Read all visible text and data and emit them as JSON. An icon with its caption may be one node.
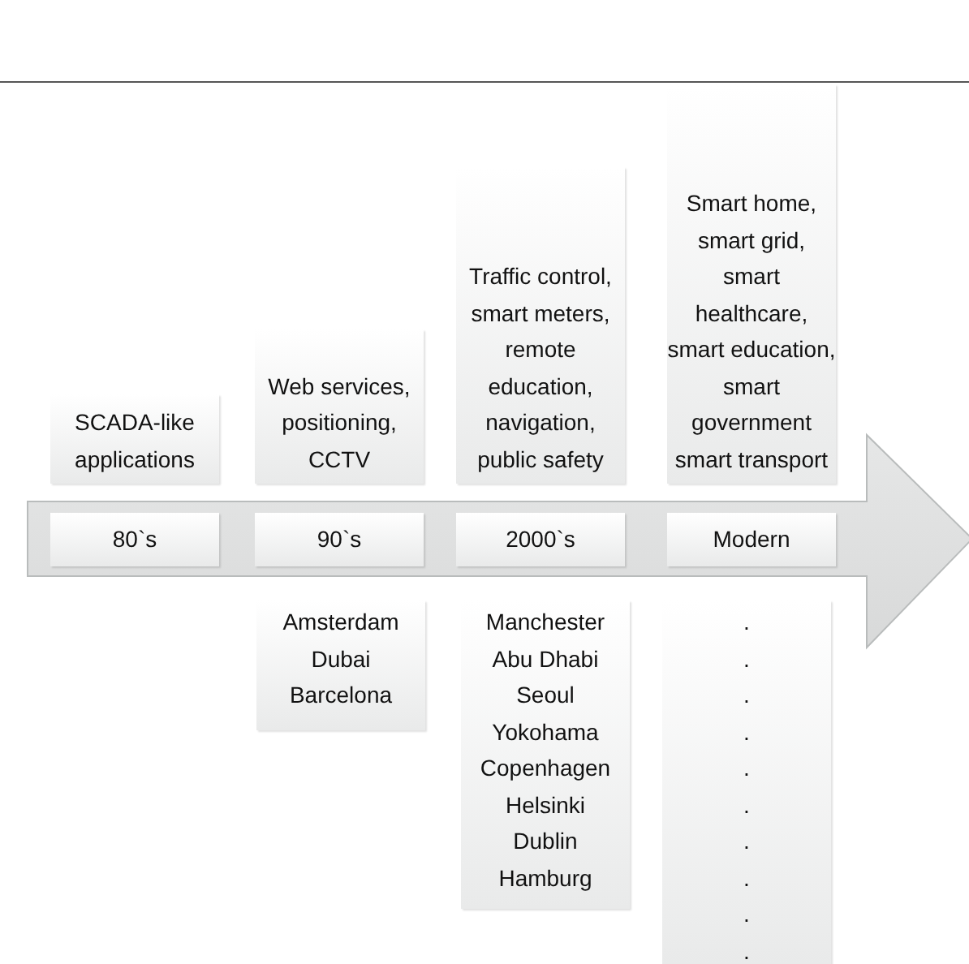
{
  "diagram": {
    "nodes": [
      {
        "text": [
          "SCADA-like applications"
        ]
      },
      {
        "text": [
          "Web services, positioning, CCTV"
        ]
      },
      {
        "text": [
          "Traffic control, smart meters, remote education, navigation, public safety"
        ]
      },
      {
        "text": [
          "Smart home, smart grid, smart healthcare, smart education, smart government smart transport"
        ]
      },
      {
        "text": [],
        "shape": "arrow"
      },
      {
        "text": [
          "80`s"
        ],
        "in": 4
      },
      {
        "text": [
          "90`s"
        ],
        "in": 4
      },
      {
        "text": [
          "2000`s"
        ],
        "in": 4
      },
      {
        "text": [
          "Modern"
        ],
        "in": 4
      },
      {
        "text": [
          "Amsterdam",
          "Dubai",
          "Barcelona"
        ]
      },
      {
        "text": [
          "Manchester",
          "Abu Dhabi",
          "Seoul",
          "Yokohama",
          "Copenhagen",
          "Helsinki",
          "Dublin",
          "Hamburg"
        ]
      },
      {
        "text": [
          ".",
          ".",
          ".",
          ".",
          ".",
          ".",
          ".",
          ".",
          ".",
          "."
        ]
      }
    ]
  }
}
